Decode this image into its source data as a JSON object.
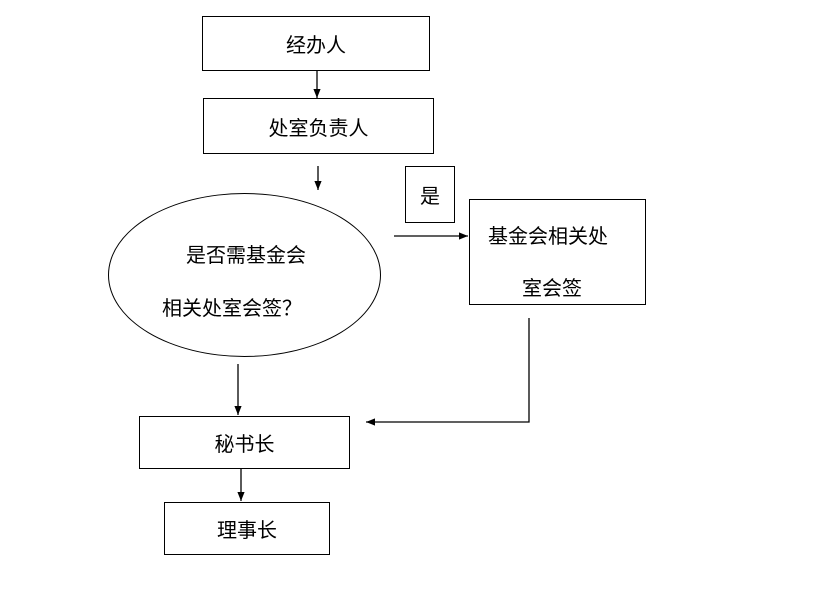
{
  "nodes": {
    "handler": "经办人",
    "dept_head": "处室负责人",
    "decision_line1": "是否需基金会",
    "decision_line2": "相关处室会签？",
    "yes_label": "是",
    "countersign_line1": "基金会相关处",
    "countersign_line2": "室会签",
    "secretary_general": "秘书长",
    "chairman": "理事长"
  }
}
